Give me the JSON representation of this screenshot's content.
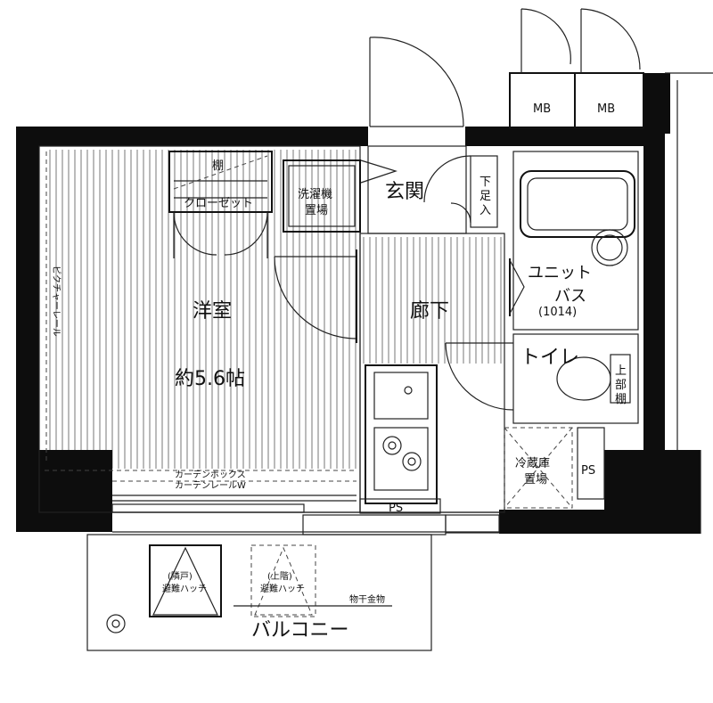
{
  "floorplan": {
    "rooms": {
      "western_room": "洋室",
      "area": "約5.6帖",
      "hallway": "廊下",
      "entrance": "玄関",
      "unit_bath": "ユニット",
      "unit_bath_2": "バス",
      "bath_size": "(1014)",
      "toilet": "トイレ",
      "balcony": "バルコニー"
    },
    "fixtures": {
      "shelf": "棚",
      "closet": "クローゼット",
      "washer_1": "洗濯機",
      "washer_2": "置場",
      "shoe_box_1": "下",
      "shoe_box_2": "足",
      "shoe_box_3": "入",
      "upper_cabinet_1": "上",
      "upper_cabinet_2": "部",
      "upper_cabinet_3": "棚",
      "fridge_1": "冷蔵庫",
      "fridge_2": "置場",
      "mb_left": "MB",
      "mb_right": "MB",
      "ps_bottom": "PS",
      "ps_right": "PS",
      "picture_rail": "ピクチャーレール",
      "curtain_box": "カーテンボックス",
      "curtain_rail": "カーテンレールW",
      "dryer_hardware": "物干金物",
      "hatch_left_1": "(隣戸)",
      "hatch_left_2": "避難ハッチ",
      "hatch_right_1": "(上階)",
      "hatch_right_2": "避難ハッチ"
    }
  }
}
